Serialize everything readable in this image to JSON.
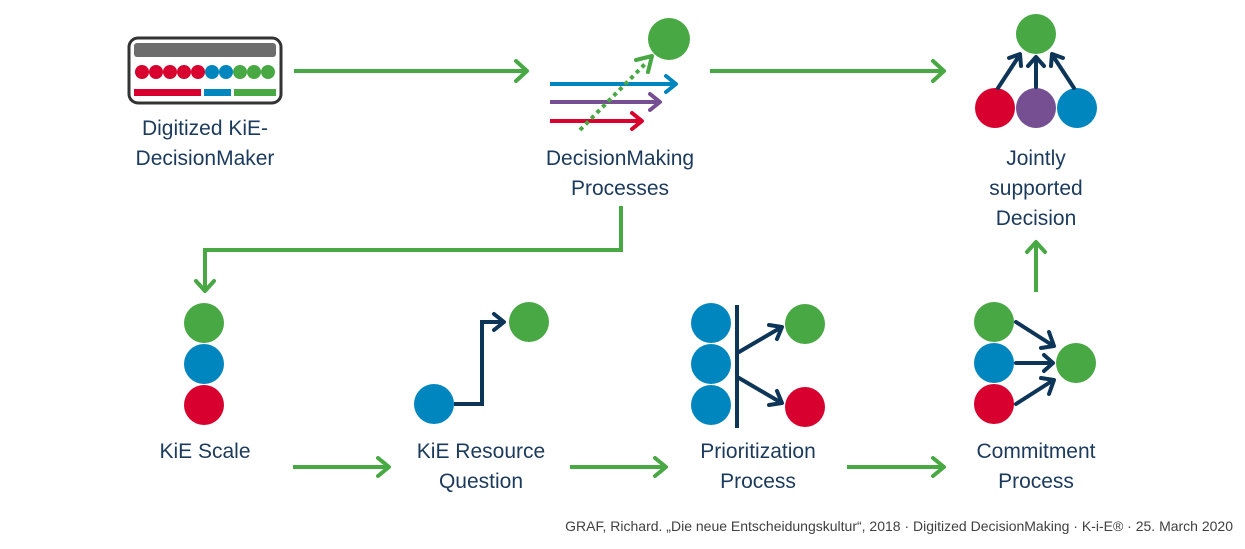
{
  "colors": {
    "green": "#48a843",
    "blue": "#0086bf",
    "red": "#d7002e",
    "purple": "#764f93",
    "navy": "#0d3558",
    "gray": "#6d6d6d",
    "text": "#1b3a5c"
  },
  "nodes": {
    "decision_maker": {
      "label_lines": [
        "Digitized KiE-",
        "DecisionMaker"
      ],
      "icon": "dashboard-icon"
    },
    "decision_processes": {
      "label_lines": [
        "DecisionMaking",
        "Processes"
      ],
      "icon": "converging-arrows-icon"
    },
    "joint_decision": {
      "label_lines": [
        "Jointly",
        "supported",
        "Decision"
      ],
      "icon": "joint-decision-icon"
    },
    "kie_scale": {
      "label_lines": [
        "KiE Scale"
      ],
      "icon": "stacked-circles-icon"
    },
    "resource_question": {
      "label_lines": [
        "KiE Resource",
        "Question"
      ],
      "icon": "step-arrow-icon"
    },
    "prioritization": {
      "label_lines": [
        "Prioritization",
        "Process"
      ],
      "icon": "branch-icon"
    },
    "commitment": {
      "label_lines": [
        "Commitment",
        "Process"
      ],
      "icon": "merge-icon"
    }
  },
  "flow": [
    "decision_maker -> decision_processes",
    "decision_processes -> joint_decision",
    "decision_processes -> kie_scale",
    "kie_scale -> resource_question",
    "resource_question -> prioritization",
    "prioritization -> commitment",
    "commitment -> joint_decision"
  ],
  "footer": "GRAF, Richard. „Die neue Entscheidungskultur“, 2018 · Digitized DecisionMaking · K-i-E® · 25. March 2020"
}
